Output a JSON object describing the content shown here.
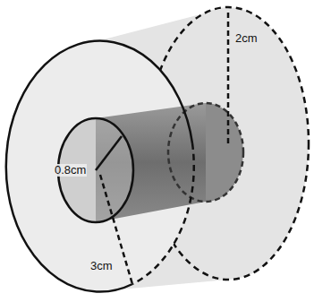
{
  "diagram": {
    "labels": [
      "0.8cm",
      "2cm",
      "3cm"
    ]
  }
}
